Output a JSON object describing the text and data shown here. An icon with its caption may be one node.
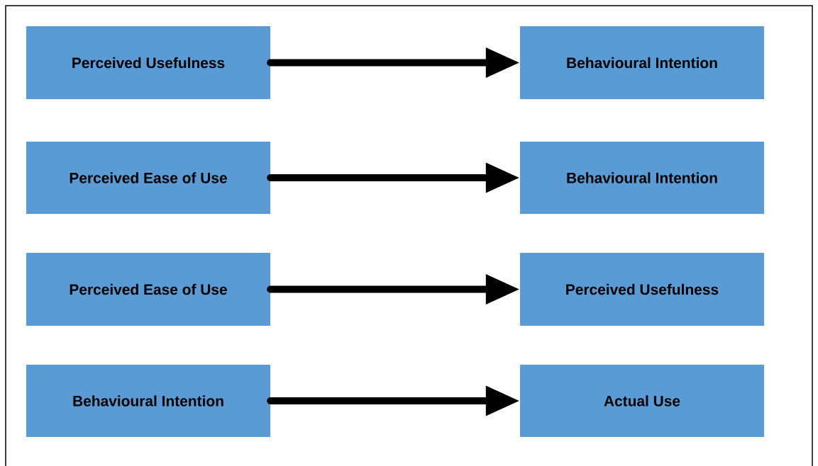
{
  "diagram": {
    "nodes": [
      {
        "text": [
          "Perceived Usefulness"
        ]
      },
      {
        "text": [
          "Behavioural Intention"
        ]
      },
      {
        "text": [
          "Perceived Ease of Use"
        ]
      },
      {
        "text": [
          "Behavioural Intention"
        ]
      },
      {
        "text": [
          "Perceived Ease of Use"
        ]
      },
      {
        "text": [
          "Perceived Usefulness"
        ]
      },
      {
        "text": [
          "Behavioural Intention"
        ]
      },
      {
        "text": [
          "Actual Use"
        ]
      }
    ],
    "edges": [
      {
        "from": 0,
        "to": 1,
        "arrow": "to"
      },
      {
        "from": 2,
        "to": 3,
        "arrow": "to"
      },
      {
        "from": 4,
        "to": 5,
        "arrow": "to"
      },
      {
        "from": 6,
        "to": 7,
        "arrow": "to"
      }
    ]
  }
}
